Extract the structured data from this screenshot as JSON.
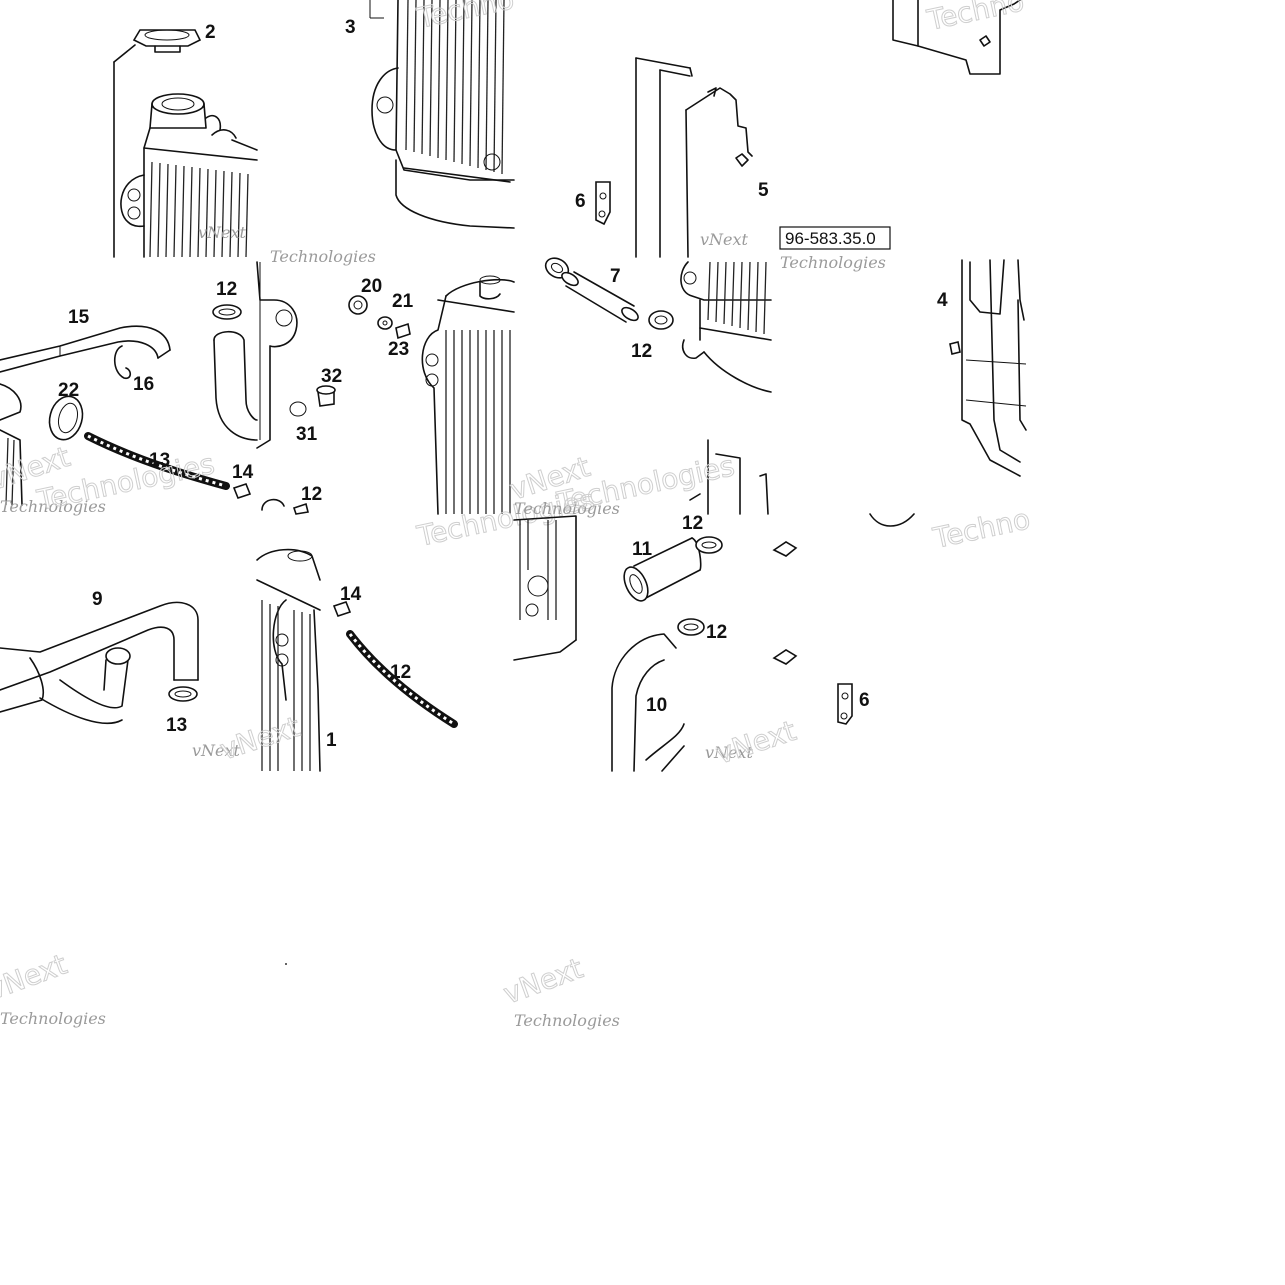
{
  "diagram": {
    "reference_code": "96-583.35.0",
    "watermark": {
      "line1": "vNext",
      "line2": "Technologies",
      "outline": "Techno"
    },
    "callouts": [
      {
        "id": "c2",
        "label": "2"
      },
      {
        "id": "c3",
        "label": "3"
      },
      {
        "id": "c6a",
        "label": "6"
      },
      {
        "id": "c5",
        "label": "5"
      },
      {
        "id": "c15",
        "label": "15"
      },
      {
        "id": "c12a",
        "label": "12"
      },
      {
        "id": "c20",
        "label": "20"
      },
      {
        "id": "c21",
        "label": "21"
      },
      {
        "id": "c23",
        "label": "23"
      },
      {
        "id": "c7",
        "label": "7"
      },
      {
        "id": "c12b",
        "label": "12"
      },
      {
        "id": "c4",
        "label": "4"
      },
      {
        "id": "c16",
        "label": "16"
      },
      {
        "id": "c22",
        "label": "22"
      },
      {
        "id": "c32",
        "label": "32"
      },
      {
        "id": "c31",
        "label": "31"
      },
      {
        "id": "c13a",
        "label": "13"
      },
      {
        "id": "c14a",
        "label": "14"
      },
      {
        "id": "c12c",
        "label": "12"
      },
      {
        "id": "c9",
        "label": "9"
      },
      {
        "id": "c14b",
        "label": "14"
      },
      {
        "id": "c13b",
        "label": "13"
      },
      {
        "id": "c12d",
        "label": "12"
      },
      {
        "id": "c1",
        "label": "1"
      },
      {
        "id": "c11",
        "label": "11"
      },
      {
        "id": "c12e",
        "label": "12"
      },
      {
        "id": "c12f",
        "label": "12"
      },
      {
        "id": "c10",
        "label": "10"
      },
      {
        "id": "c6b",
        "label": "6"
      }
    ]
  }
}
